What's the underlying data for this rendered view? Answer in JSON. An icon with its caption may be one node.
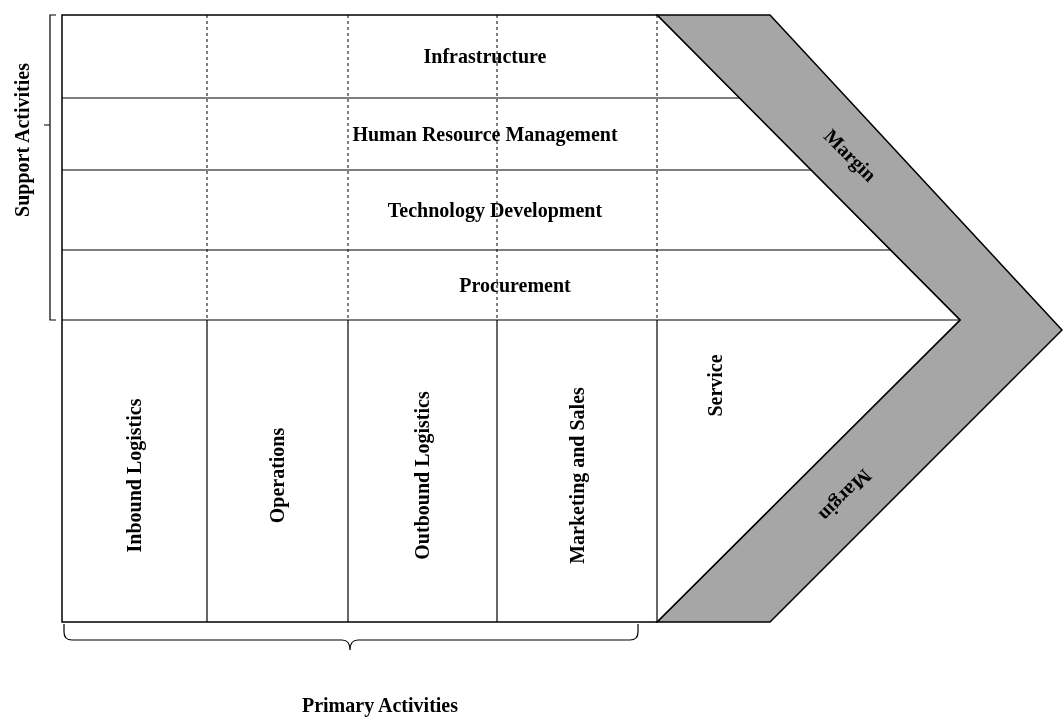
{
  "diagram": {
    "nodes": [
      {
        "text": [
          "Infrastructure"
        ]
      },
      {
        "text": [
          "Human Resource Management"
        ]
      },
      {
        "text": [
          "Technology Development"
        ]
      },
      {
        "text": [
          "Procurement"
        ]
      },
      {
        "text": [
          "Inbound Logistics"
        ]
      },
      {
        "text": [
          "Operations"
        ]
      },
      {
        "text": [
          "Outbound Logistics"
        ]
      },
      {
        "text": [
          "Marketing and Sales"
        ]
      },
      {
        "text": [
          "Service"
        ]
      },
      {
        "text": [
          "Margin"
        ]
      },
      {
        "text": [
          "Margin"
        ]
      }
    ],
    "labels": [
      "Support Activities",
      "Primary Activities"
    ]
  }
}
